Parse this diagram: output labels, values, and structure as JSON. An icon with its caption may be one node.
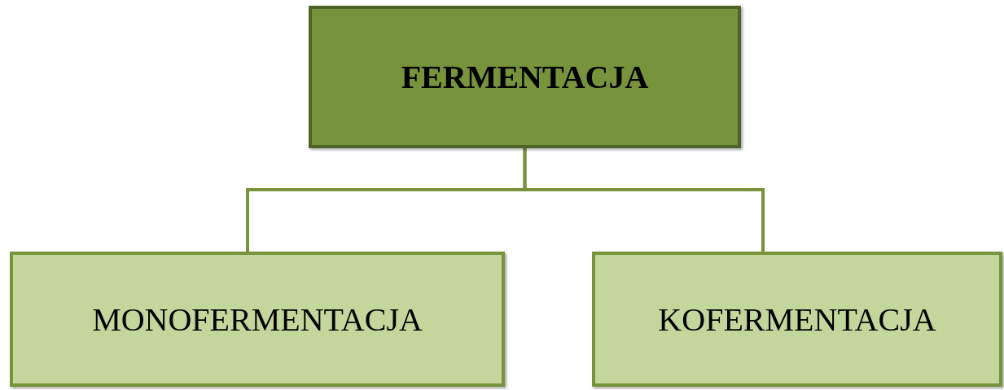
{
  "diagram": {
    "nodes": [
      {
        "text": [
          "FERMENTACJA"
        ]
      },
      {
        "text": [
          "MONOFERMENTACJA"
        ]
      },
      {
        "text": [
          "KOFERMENTACJA"
        ]
      }
    ],
    "edges": [
      {
        "from": 0,
        "to": 1,
        "arrow": "none"
      },
      {
        "from": 0,
        "to": 2,
        "arrow": "none"
      }
    ]
  }
}
